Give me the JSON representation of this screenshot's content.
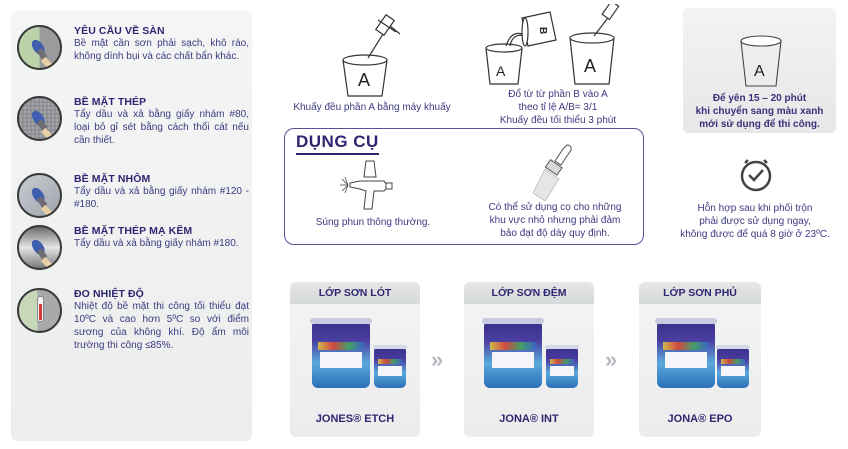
{
  "requirements": [
    {
      "title": "YÊU CẦU VỀ SÀN",
      "description": "Bề mặt cần sơn phải sạch, khô ráo, không dính bụi và các chất bẩn khác.",
      "icon": "floor-surface-icon"
    },
    {
      "title": "BỀ MẶT THÉP",
      "description": "Tẩy dầu và xả bằng giấy nhám #80, loại bỏ gỉ sét bằng cách thổi cát nếu cần thiết.",
      "icon": "steel-surface-icon"
    },
    {
      "title": "BỀ MẶT NHÔM",
      "description": "Tẩy dầu và xả bằng giấy nhám #120 - #180.",
      "icon": "aluminum-surface-icon"
    },
    {
      "title": "BỀ MẶT THÉP MẠ KẼM",
      "description": "Tẩy dầu và xả bằng giấy nhám #180.",
      "icon": "galvanized-steel-icon"
    },
    {
      "title": "ĐO NHIỆT ĐỘ",
      "description": "Nhiệt độ bề mặt thi công tối thiểu đạt 10ºC và cao hơn 5ºC so với điểm sương của không khí. Độ ẩm môi trường thi công ≤85%.",
      "icon": "thermometer-icon"
    }
  ],
  "mixing": {
    "step1": {
      "bucket_label": "A",
      "caption": "Khuấy đều phần A bằng máy khuấy"
    },
    "step2": {
      "bucket_a": "A",
      "bucket_b": "B",
      "bucket_mix": "A",
      "caption_lines": [
        "Đổ từ từ phần B vào A",
        "theo tỉ lệ A/B= 3/1",
        "Khuấy đều tối thiểu 3 phút"
      ]
    },
    "step3": {
      "bucket_label": "A",
      "caption_lines": [
        "Để yên 15 – 20 phút",
        "khi chuyển sang màu xanh",
        "mới sử dụng để thi công."
      ]
    }
  },
  "tools": {
    "title": "DỤNG CỤ",
    "spray": {
      "caption": "Súng phun thông thường."
    },
    "brush": {
      "caption_lines": [
        "Có thể sử dụng cọ cho những",
        "khu vực nhỏ nhưng phải đảm",
        "bảo đạt độ dày quy định."
      ]
    }
  },
  "potlife": {
    "caption_lines": [
      "Hỗn hợp sau khi phối trộn",
      "phải được sử dụng ngay,",
      "không được để quá 8 giờ ở 23ºC."
    ]
  },
  "layers": [
    {
      "header": "LỚP SƠN LÓT",
      "product": "JONES® ETCH"
    },
    {
      "header": "LỚP SƠN ĐỆM",
      "product": "JONA® INT"
    },
    {
      "header": "LỚP SƠN PHỦ",
      "product": "JONA® EPO"
    }
  ],
  "arrows": [
    "»",
    "»"
  ],
  "colors": {
    "primary_text": "#2f2672",
    "border": "#5b4f95",
    "panel_bg": "#f0f1f1"
  }
}
